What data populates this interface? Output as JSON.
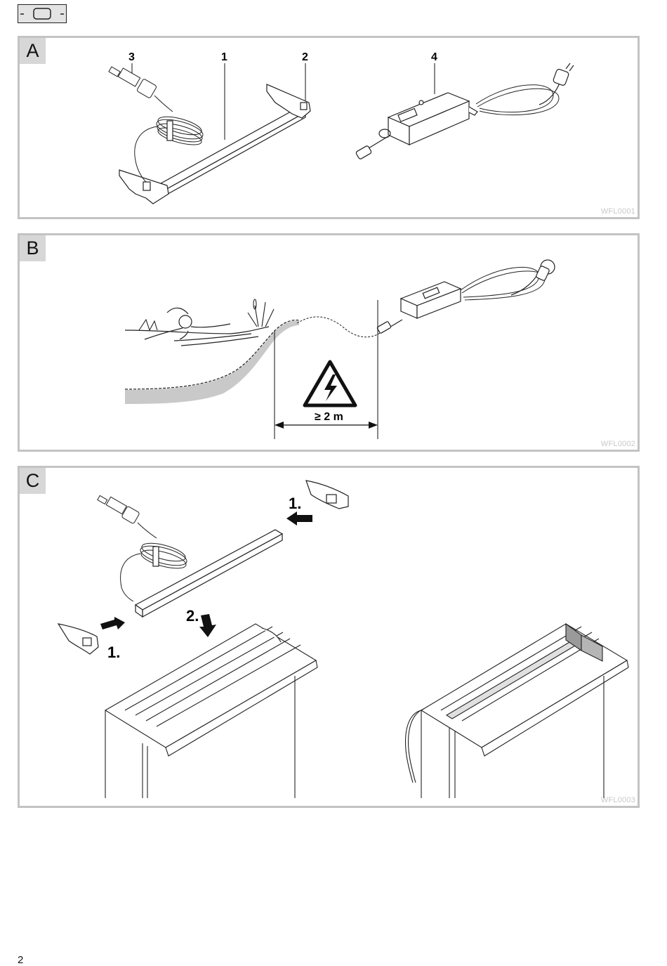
{
  "panels": [
    {
      "letter": "A",
      "code": "WFL0001",
      "callouts": [
        "1",
        "2",
        "3",
        "4"
      ]
    },
    {
      "letter": "B",
      "code": "WFL0002",
      "distance": "≥ 2 m"
    },
    {
      "letter": "C",
      "code": "WFL0003",
      "steps": [
        "1.",
        "2.",
        "1."
      ]
    }
  ],
  "page_number": "2"
}
